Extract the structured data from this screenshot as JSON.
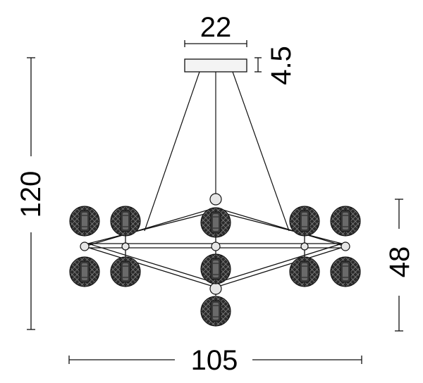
{
  "dimensions": {
    "canopy_width": "22",
    "canopy_height": "4.5",
    "overall_height": "120",
    "frame_height": "48",
    "overall_width": "105"
  },
  "colors": {
    "line": "#111111",
    "globe": "#2b2b2b",
    "globe_mesh": "#9a9a9a",
    "hub": "#e6e6e6",
    "canopy": "#f4f4f4"
  }
}
